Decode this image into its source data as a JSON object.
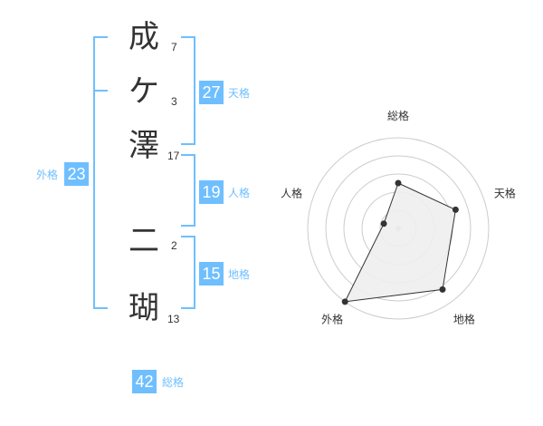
{
  "name": {
    "characters": [
      {
        "char": "成",
        "strokes": "7"
      },
      {
        "char": "ケ",
        "strokes": "3"
      },
      {
        "char": "澤",
        "strokes": "17"
      },
      {
        "char": "二",
        "strokes": "2"
      },
      {
        "char": "瑚",
        "strokes": "13"
      }
    ]
  },
  "fortune": {
    "tenkaku": {
      "label": "天格",
      "value": "27"
    },
    "jinkaku": {
      "label": "人格",
      "value": "19"
    },
    "chikaku": {
      "label": "地格",
      "value": "15"
    },
    "gaikaku": {
      "label": "外格",
      "value": "23"
    },
    "soukaku": {
      "label": "総格",
      "value": "42"
    }
  },
  "accent_color": "#6fbfff",
  "chart_data": {
    "type": "radar",
    "axes": [
      "総格",
      "天格",
      "地格",
      "外格",
      "人格"
    ],
    "values": [
      3,
      4,
      5,
      6,
      1
    ],
    "range": [
      0,
      6
    ],
    "rings": 5,
    "fill": "#eeeeee",
    "line_color": "#333333"
  }
}
